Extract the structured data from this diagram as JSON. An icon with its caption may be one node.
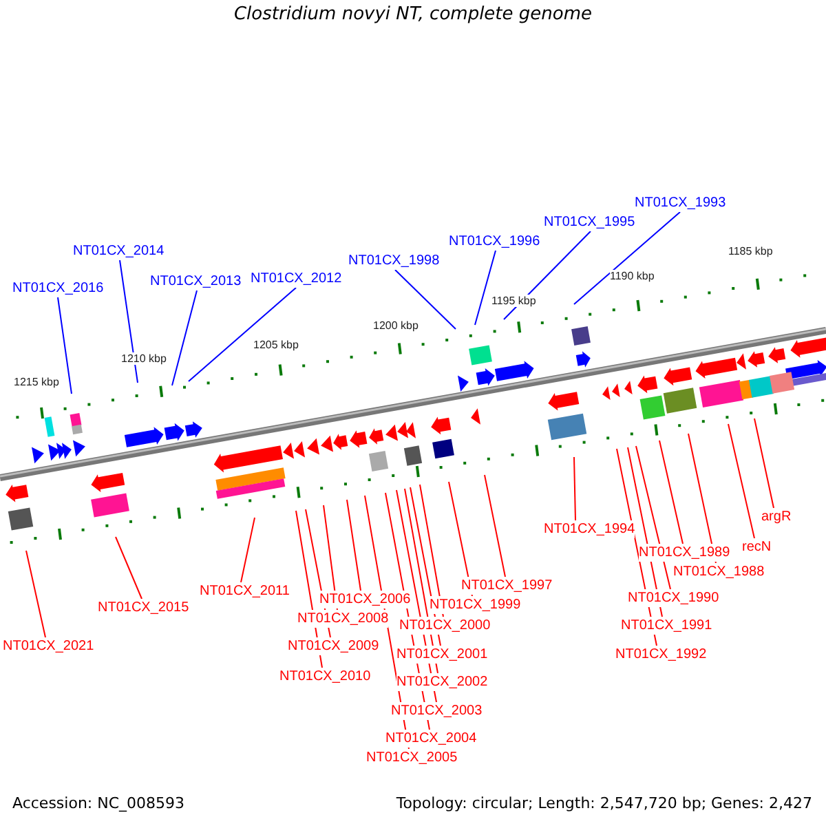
{
  "diagram": {
    "title": "Clostridium novyi NT, complete genome",
    "nodes": [
      {
        "text": [
          "NT01CX_1993"
        ]
      },
      {
        "text": [
          "NT01CX_1995"
        ]
      },
      {
        "text": [
          "NT01CX_1996"
        ]
      },
      {
        "text": [
          "NT01CX_2014"
        ]
      },
      {
        "text": [
          "NT01CX_1998"
        ]
      },
      {
        "text": [
          "NT01CX_2012"
        ]
      },
      {
        "text": [
          "NT01CX_2013"
        ]
      },
      {
        "text": [
          "NT01CX_2016"
        ]
      },
      {
        "text": [
          "argR"
        ]
      },
      {
        "text": [
          "NT01CX_1994"
        ]
      },
      {
        "text": [
          "recN"
        ]
      },
      {
        "text": [
          "NT01CX_1989"
        ]
      },
      {
        "text": [
          "NT01CX_1988"
        ]
      },
      {
        "text": [
          "NT01CX_1997"
        ]
      },
      {
        "text": [
          "NT01CX_2011"
        ]
      },
      {
        "text": [
          "NT01CX_1990"
        ]
      },
      {
        "text": [
          "NT01CX_2006"
        ]
      },
      {
        "text": [
          "NT01CX_1999"
        ]
      },
      {
        "text": [
          "NT01CX_2015"
        ]
      },
      {
        "text": [
          "NT01CX_2008"
        ]
      },
      {
        "text": [
          "NT01CX_2000"
        ]
      },
      {
        "text": [
          "NT01CX_1991"
        ]
      },
      {
        "text": [
          "NT01CX_2009"
        ]
      },
      {
        "text": [
          "NT01CX_2021"
        ]
      },
      {
        "text": [
          "NT01CX_2001"
        ]
      },
      {
        "text": [
          "NT01CX_1992"
        ]
      },
      {
        "text": [
          "NT01CX_2010"
        ]
      },
      {
        "text": [
          "NT01CX_2002"
        ]
      },
      {
        "text": [
          "NT01CX_2003"
        ]
      },
      {
        "text": [
          "NT01CX_2004"
        ]
      },
      {
        "text": [
          "NT01CX_2005"
        ]
      }
    ],
    "edges": [
      {
        "from": 0,
        "to": null,
        "arrow": "none",
        "color": "#0000ff"
      },
      {
        "from": 1,
        "to": null,
        "arrow": "none",
        "color": "#0000ff"
      },
      {
        "from": 2,
        "to": null,
        "arrow": "none",
        "color": "#0000ff"
      },
      {
        "from": 3,
        "to": null,
        "arrow": "none",
        "color": "#0000ff"
      },
      {
        "from": 4,
        "to": null,
        "arrow": "none",
        "color": "#0000ff"
      },
      {
        "from": 5,
        "to": null,
        "arrow": "none",
        "color": "#0000ff"
      },
      {
        "from": 6,
        "to": null,
        "arrow": "none",
        "color": "#0000ff"
      },
      {
        "from": 7,
        "to": null,
        "arrow": "none",
        "color": "#0000ff"
      },
      {
        "from": 8,
        "to": null,
        "arrow": "none"
      },
      {
        "from": 9,
        "to": null,
        "arrow": "none"
      },
      {
        "from": 10,
        "to": null,
        "arrow": "none"
      },
      {
        "from": 11,
        "to": null,
        "arrow": "none"
      },
      {
        "from": 12,
        "to": null,
        "arrow": "none"
      },
      {
        "from": 13,
        "to": null,
        "arrow": "none"
      },
      {
        "from": 14,
        "to": null,
        "arrow": "none"
      },
      {
        "from": 15,
        "to": null,
        "arrow": "none"
      },
      {
        "from": 16,
        "to": null,
        "arrow": "none"
      },
      {
        "from": 17,
        "to": null,
        "arrow": "none"
      },
      {
        "from": 18,
        "to": null,
        "arrow": "none"
      },
      {
        "from": 19,
        "to": null,
        "arrow": "none"
      },
      {
        "from": 20,
        "to": null,
        "arrow": "none"
      },
      {
        "from": 21,
        "to": null,
        "arrow": "none"
      },
      {
        "from": 22,
        "to": null,
        "arrow": "none"
      },
      {
        "from": 23,
        "to": null,
        "arrow": "none"
      },
      {
        "from": 24,
        "to": null,
        "arrow": "none"
      },
      {
        "from": 25,
        "to": null,
        "arrow": "none"
      },
      {
        "from": 26,
        "to": null,
        "arrow": "none"
      },
      {
        "from": 27,
        "to": null,
        "arrow": "none"
      },
      {
        "from": 28,
        "to": null,
        "arrow": "none"
      },
      {
        "from": 29,
        "to": null,
        "arrow": "none"
      },
      {
        "from": 30,
        "to": null,
        "arrow": "none"
      }
    ],
    "labels": [
      "1185 kbp",
      "1190 kbp",
      "1195 kbp",
      "1200 kbp",
      "1205 kbp",
      "1210 kbp",
      "1215 kbp",
      "Accession: NC_008593",
      "Topology: circular; Length: 2,547,720 bp; Genes: 2,427"
    ]
  }
}
